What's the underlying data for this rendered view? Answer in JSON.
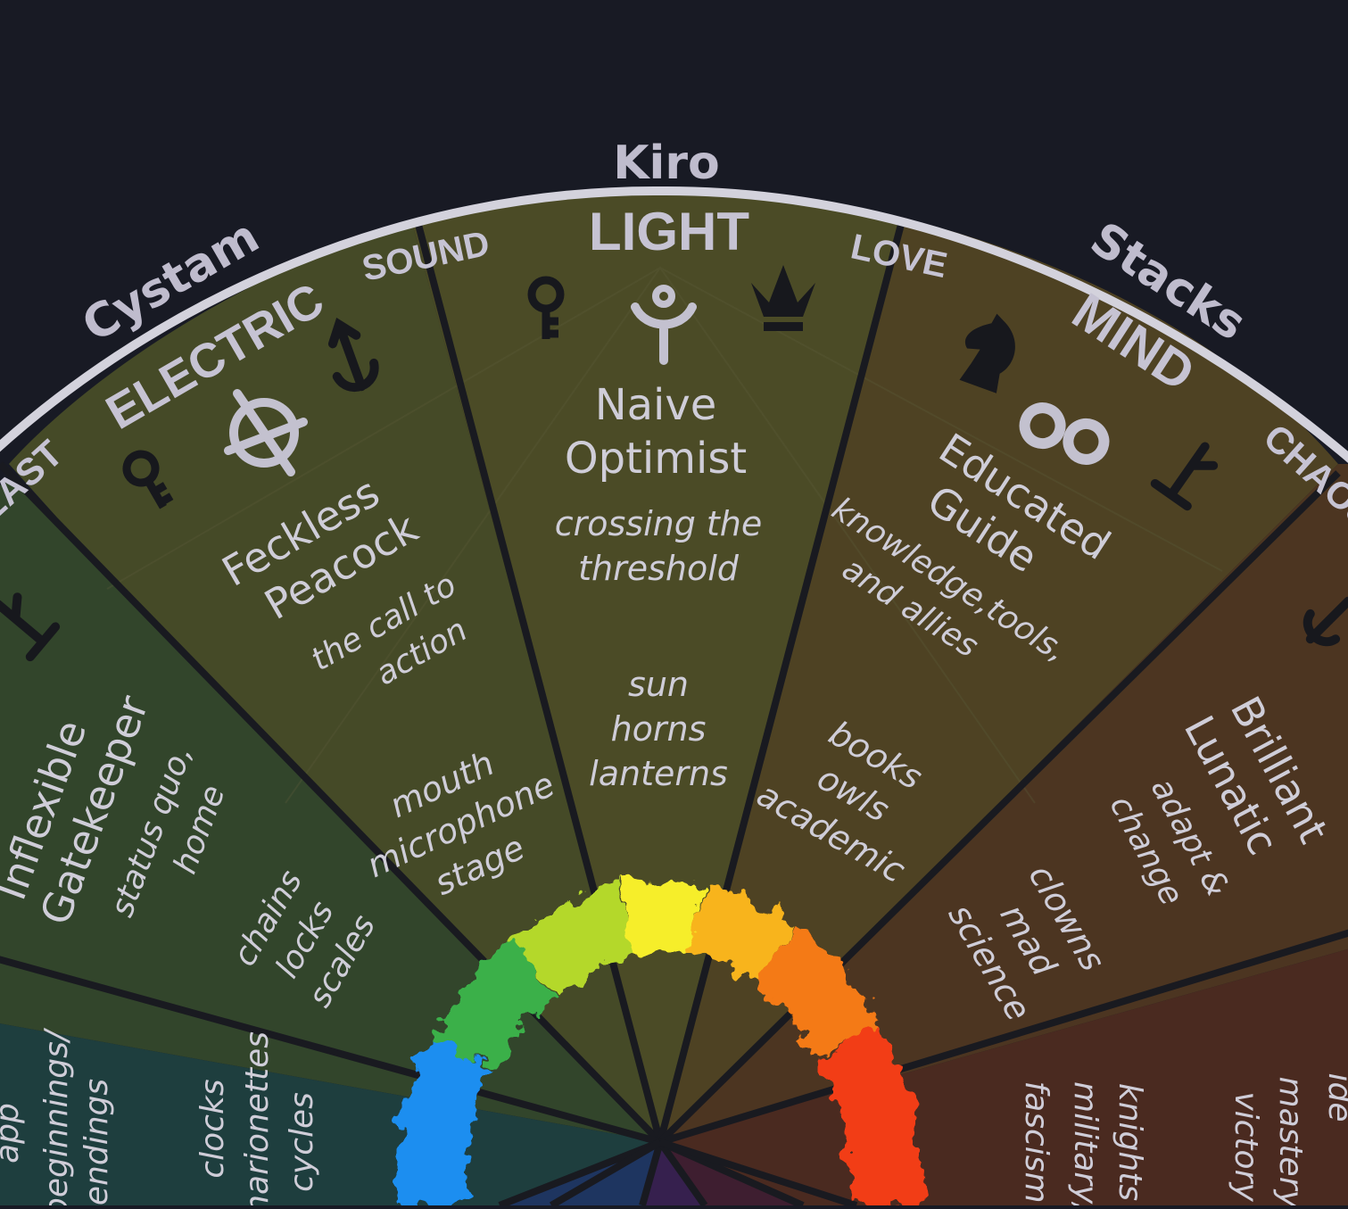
{
  "colors": {
    "background": "#181a24",
    "rim": "#d3d2dc",
    "label": "#bfbccd",
    "divider": "#191a20"
  },
  "wheel": {
    "sectors": [
      {
        "id": "beast",
        "element": "BEAST",
        "character": "",
        "title": [
          "Inflexible",
          "Gatekeeper"
        ],
        "theme": [
          "status quo,",
          "home"
        ],
        "symbols": [
          "chains",
          "locks",
          "scales"
        ],
        "fill": "#32452b",
        "icon": "key"
      },
      {
        "id": "electric",
        "element": "ELECTRIC",
        "character": "Cystam",
        "title": [
          "Feckless",
          "Peacock"
        ],
        "theme": [
          "the call to",
          "action"
        ],
        "symbols": [],
        "fill": "#454a27",
        "icon": "no-entry"
      },
      {
        "id": "sound",
        "element": "SOUND",
        "character": "",
        "title": [],
        "theme": [],
        "symbols": [
          "mouth",
          "microphone",
          "stage"
        ],
        "fill": "#484c29",
        "icon": "anchor"
      },
      {
        "id": "light",
        "element": "LIGHT",
        "character": "Kiro",
        "title": [
          "Naive",
          "Optimist"
        ],
        "theme": [
          "crossing the",
          "threshold"
        ],
        "symbols": [
          "sun",
          "horns",
          "lanterns"
        ],
        "fill": "#4b4b26",
        "icon": "figure"
      },
      {
        "id": "love",
        "element": "LOVE",
        "character": "",
        "title": [],
        "theme": [],
        "symbols": [],
        "fill": "#4d4724",
        "icon": "crown"
      },
      {
        "id": "mind",
        "element": "MIND",
        "character": "Stacks",
        "title": [
          "Educated",
          "Guide"
        ],
        "theme": [
          "knowledge,tools,",
          "and allies"
        ],
        "symbols": [
          "books",
          "owls",
          "academic"
        ],
        "fill": "#4e4223",
        "icon": "glasses"
      },
      {
        "id": "chaos",
        "element": "CHAOS",
        "character": "",
        "title": [
          "Brilliant",
          "Lunatic"
        ],
        "theme": [
          "adapt &",
          "change"
        ],
        "symbols": [
          "clowns",
          "mad",
          "science"
        ],
        "fill": "#4c3521",
        "icon": "knight"
      },
      {
        "id": "war",
        "element": "",
        "character": "",
        "title": [],
        "theme": [
          "mastery,",
          "victory"
        ],
        "symbols": [
          "knights",
          "military,",
          "fascism"
        ],
        "fill": "#4a2a20",
        "icon": ""
      },
      {
        "id": "time",
        "element": "",
        "character": "",
        "title": [],
        "theme": [
          "beginnings/",
          "endings"
        ],
        "symbols": [
          "clocks",
          "marionettes",
          "cycles"
        ],
        "fill": "#1e3e3e",
        "icon": ""
      }
    ],
    "partial_labels": {
      "beast_theme_fragment": "app",
      "war_theme_fragment": "ide"
    }
  },
  "color_ring": {
    "stops": [
      "#1e8ef0",
      "#3ab04a",
      "#b4d82c",
      "#f6ee2a",
      "#f8b41a",
      "#f47a14",
      "#f23c18"
    ]
  }
}
